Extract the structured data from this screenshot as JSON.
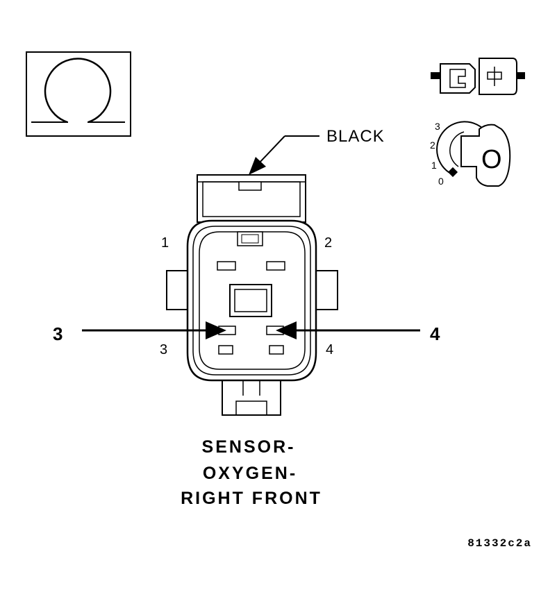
{
  "symbols": {
    "ohmmeter": {
      "icon": "ohm-symbol-icon"
    },
    "connector_state": {
      "icon": "connector-disconnected-icon"
    },
    "ignition": {
      "icon": "ignition-key-icon",
      "positions": [
        "3",
        "2",
        "1",
        "0"
      ],
      "key_text": "O"
    }
  },
  "connector": {
    "color_callout": "BLACK",
    "pins": {
      "p1": "1",
      "p2": "2",
      "p3": "3",
      "p4": "4"
    },
    "probes": {
      "left": "3",
      "right": "4"
    }
  },
  "title": {
    "line1": "SENSOR-",
    "line2": "OXYGEN-",
    "line3": "RIGHT FRONT"
  },
  "figure_id": "81332c2a"
}
